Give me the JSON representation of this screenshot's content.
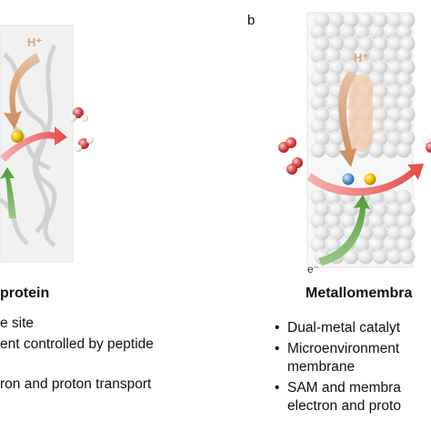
{
  "panel_b": {
    "letter": "b",
    "title": "Metallomembra",
    "proton_label": "H⁺",
    "electron_label": "e⁻",
    "bullets": [
      {
        "mark": "•",
        "text": "Dual-metal catalyt"
      },
      {
        "mark": "•",
        "text": "Microenvironment"
      },
      {
        "mark": "",
        "text": "membrane"
      },
      {
        "mark": "•",
        "text": "SAM and membra"
      },
      {
        "mark": "",
        "text": "electron and proto"
      }
    ]
  },
  "panel_a": {
    "title": "protein",
    "proton_label": "H⁺",
    "bullets": [
      {
        "text": "e site"
      },
      {
        "text": "ent controlled by peptide"
      },
      {
        "text": ""
      },
      {
        "text": "ron and proton transport"
      }
    ]
  },
  "colors": {
    "proton_arrow": "#d9a27a",
    "electron_arrow": "#6aa84f",
    "product_arrow": "#ef6b6b",
    "gold_atom": "#e8b400",
    "blue_atom": "#5b9bd5",
    "oxygen": "#d9534f",
    "scaffold": "#d8d8d8"
  }
}
